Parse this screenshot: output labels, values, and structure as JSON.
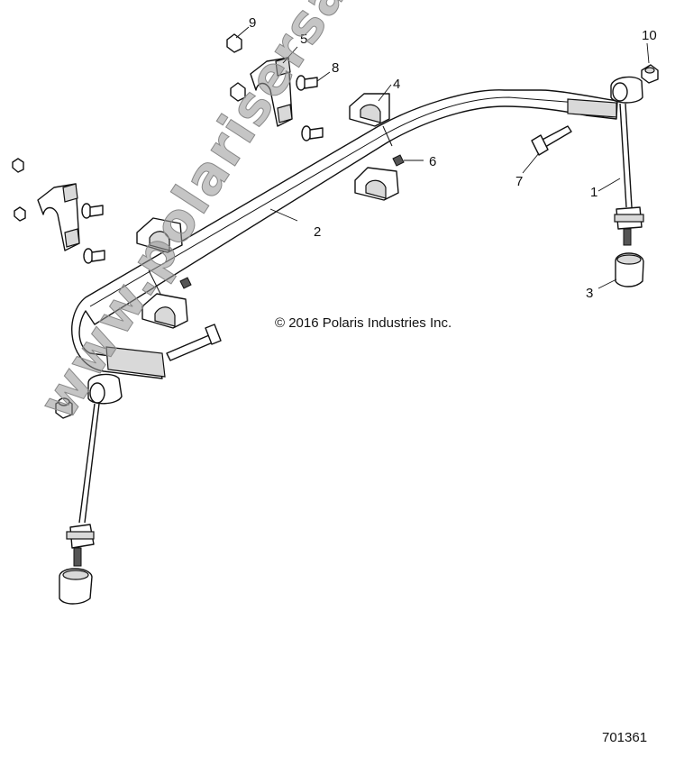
{
  "diagram": {
    "copyright": "© 2016 Polaris Industries Inc.",
    "figure_number": "701361",
    "watermark": "www.polarisersatzteile.de",
    "callouts": [
      "1",
      "2",
      "3",
      "4",
      "5",
      "6",
      "7",
      "8",
      "9",
      "10"
    ]
  }
}
